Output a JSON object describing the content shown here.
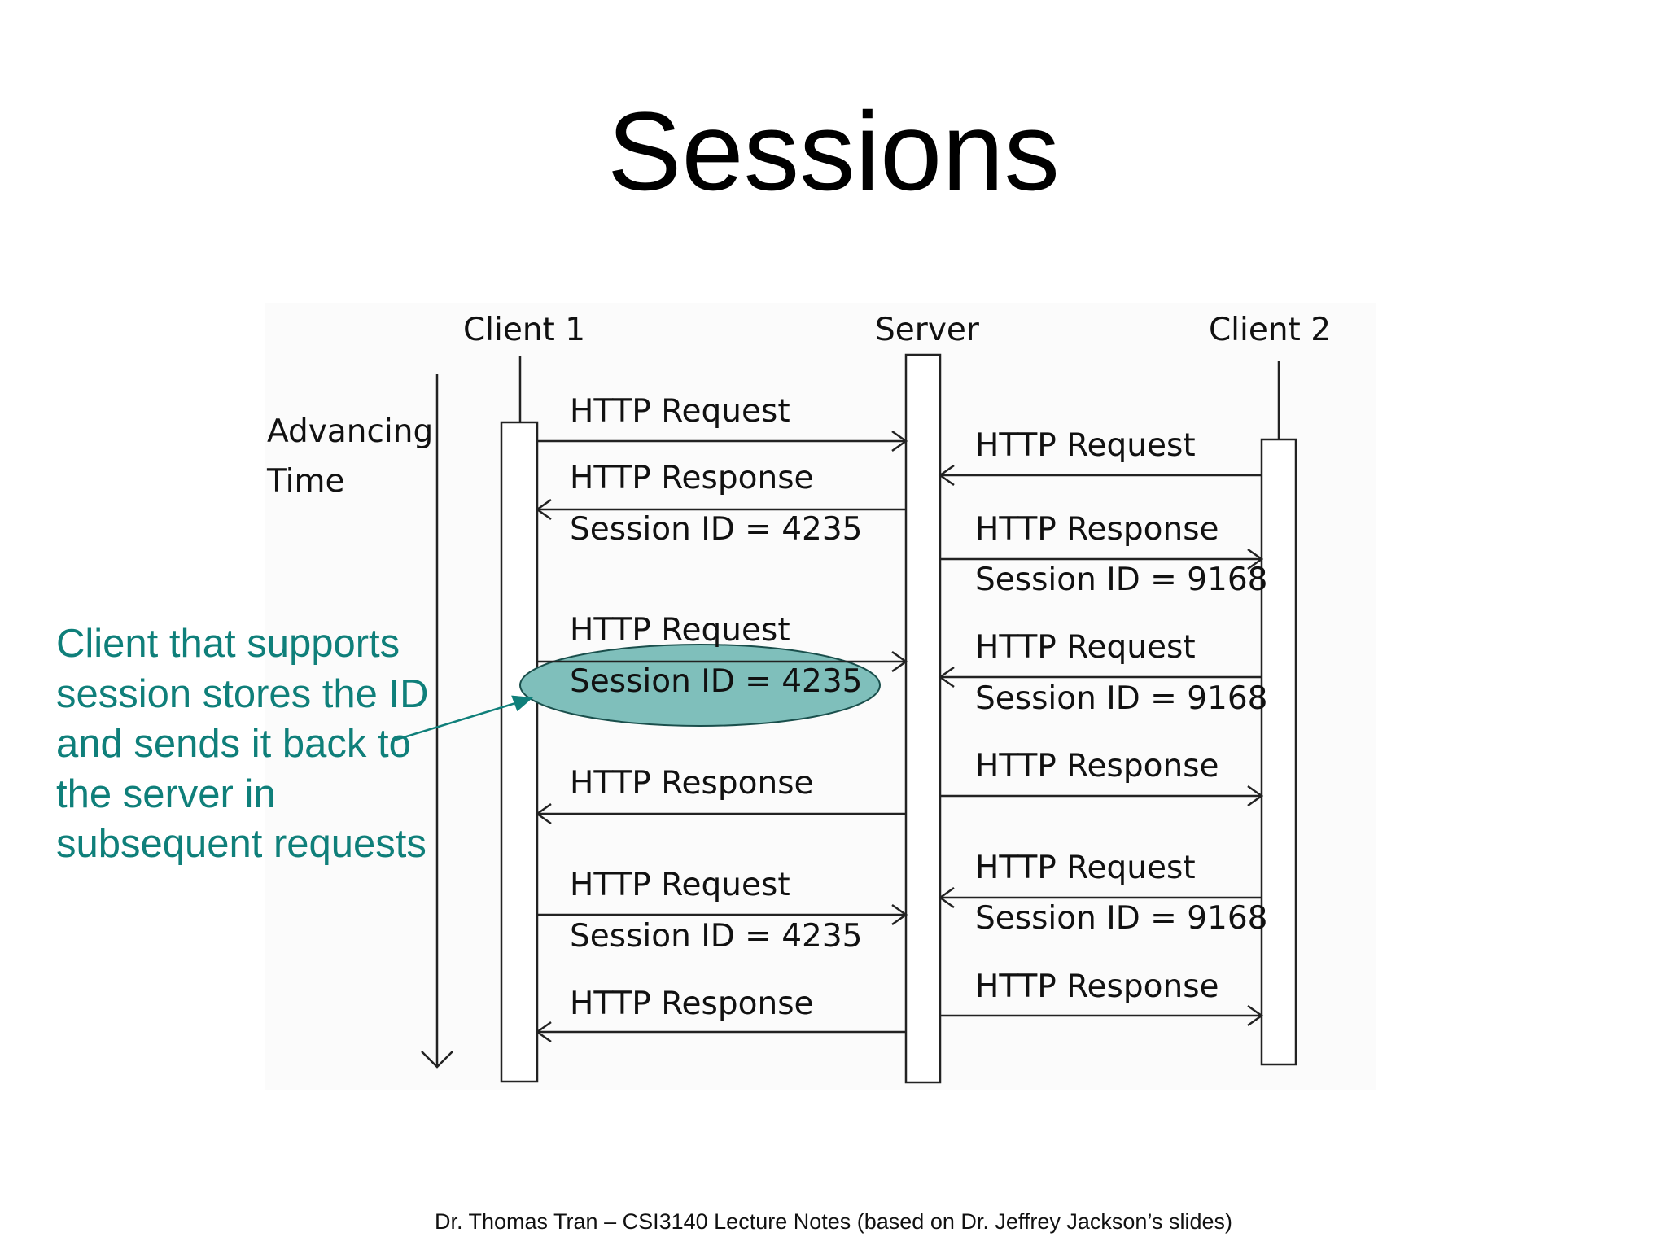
{
  "title": "Sessions",
  "participants": {
    "client1": "Client 1",
    "server": "Server",
    "client2": "Client 2"
  },
  "time_axis": {
    "line1": "Advancing",
    "line2": "Time"
  },
  "client1_messages": [
    {
      "direction": "to-server",
      "label": "HTTP Request",
      "sub": ""
    },
    {
      "direction": "to-client",
      "label": "HTTP Response",
      "sub": "Session ID = 4235"
    },
    {
      "direction": "to-server",
      "label": "HTTP Request",
      "sub": "Session ID = 4235"
    },
    {
      "direction": "to-client",
      "label": "HTTP Response",
      "sub": ""
    },
    {
      "direction": "to-server",
      "label": "HTTP Request",
      "sub": "Session ID = 4235"
    },
    {
      "direction": "to-client",
      "label": "HTTP Response",
      "sub": ""
    }
  ],
  "client2_messages": [
    {
      "direction": "to-server",
      "label": "HTTP Request",
      "sub": ""
    },
    {
      "direction": "to-client",
      "label": "HTTP Response",
      "sub": "Session ID = 9168"
    },
    {
      "direction": "to-server",
      "label": "HTTP Request",
      "sub": "Session ID = 9168"
    },
    {
      "direction": "to-client",
      "label": "HTTP Response",
      "sub": ""
    },
    {
      "direction": "to-server",
      "label": "HTTP Request",
      "sub": "Session ID = 9168"
    },
    {
      "direction": "to-client",
      "label": "HTTP Response",
      "sub": ""
    }
  ],
  "annotation": "Client that supports session stores the ID and sends it back to the server in subsequent requests",
  "colors": {
    "highlight_fill": "#7fbfbb",
    "annotation_text": "#0f7f7a",
    "diagram_background": "#fbfbfb"
  },
  "footer": "Dr. Thomas Tran – CSI3140 Lecture Notes (based on Dr. Jeffrey Jackson’s slides)"
}
